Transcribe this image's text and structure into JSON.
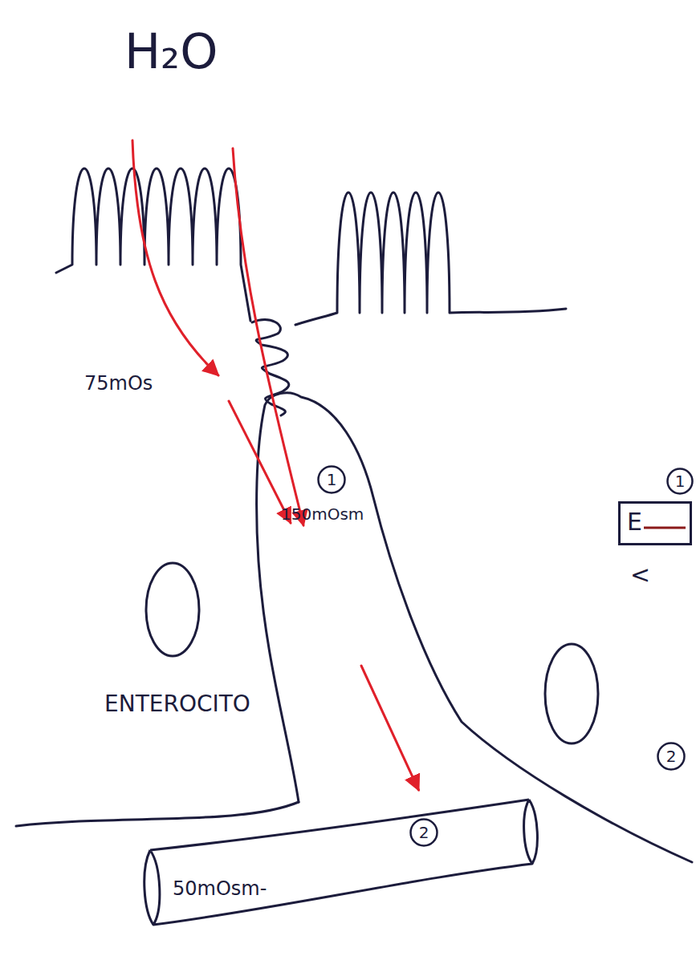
{
  "diagram": {
    "nodes": [
      {
        "text": [
          "150mOsm"
        ]
      },
      {
        "text": [
          "1"
        ],
        "in": 0
      },
      {
        "text": [
          "50mOsm-"
        ]
      },
      {
        "text": [
          "2"
        ],
        "in": 2
      },
      {
        "text": [
          "1"
        ]
      },
      {
        "text": [
          "E"
        ]
      },
      {
        "text": [
          "2"
        ]
      }
    ],
    "edges": [
      {
        "from": 0,
        "to": 2,
        "arrow": "to"
      }
    ],
    "labels": [
      "H₂O",
      "75mOs",
      "ENTEROCITO",
      "<"
    ]
  }
}
